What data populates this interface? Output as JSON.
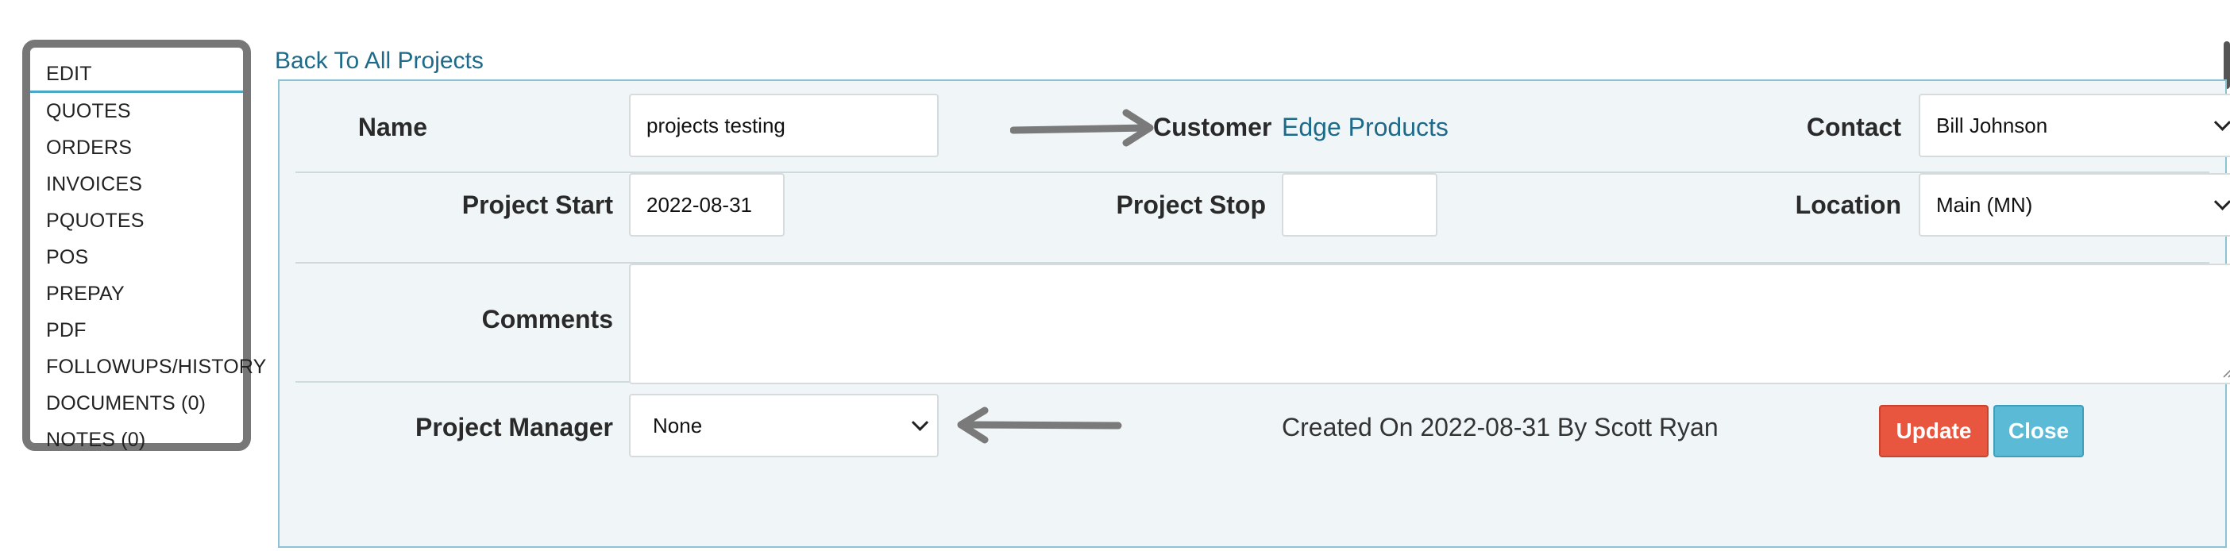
{
  "sidebar": {
    "items": [
      {
        "label": "EDIT"
      },
      {
        "label": "QUOTES"
      },
      {
        "label": "ORDERS"
      },
      {
        "label": "INVOICES"
      },
      {
        "label": "PQUOTES"
      },
      {
        "label": "POS"
      },
      {
        "label": "PREPAY"
      },
      {
        "label": "PDF"
      },
      {
        "label": "FOLLOWUPS/HISTORY"
      },
      {
        "label": "DOCUMENTS (0)"
      },
      {
        "label": "NOTES (0)"
      }
    ]
  },
  "back_link": "Back To All Projects",
  "form": {
    "name_label": "Name",
    "name_value": "projects testing",
    "customer_label": "Customer",
    "customer_value": "Edge Products",
    "contact_label": "Contact",
    "contact_value": "Bill Johnson",
    "start_label": "Project Start",
    "start_value": "2022-08-31",
    "stop_label": "Project Stop",
    "stop_value": "",
    "location_label": "Location",
    "location_value": "Main (MN)",
    "comments_label": "Comments",
    "comments_value": "",
    "manager_label": "Project Manager",
    "manager_value": "None",
    "created_text": "Created On 2022-08-31 By Scott Ryan",
    "update_label": "Update",
    "close_label": "Close"
  },
  "colors": {
    "accent_link": "#1d6a8a",
    "update_button": "#e9563f",
    "close_button": "#5bbbd6",
    "panel_bg": "#f0f6f7"
  }
}
